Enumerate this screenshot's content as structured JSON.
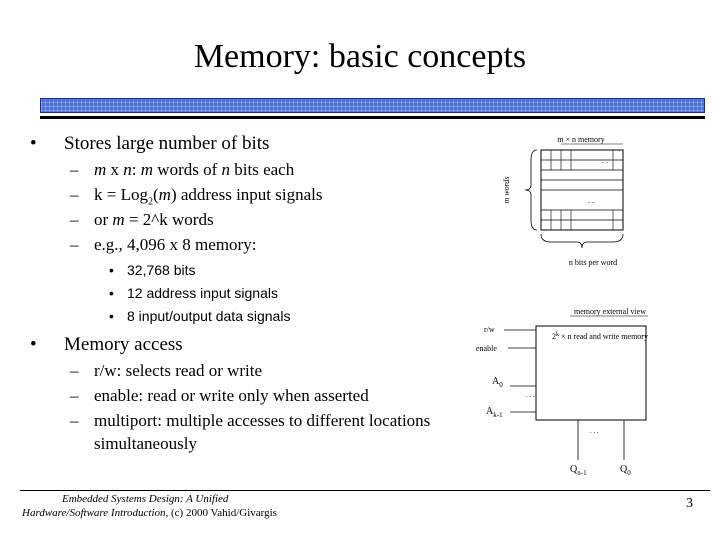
{
  "slide": {
    "title": "Memory: basic concepts",
    "page_number": "3"
  },
  "bullets": [
    {
      "text": "Stores large number of bits"
    },
    {
      "sub": [
        {
          "parts": [
            "m",
            " x ",
            "n",
            ": ",
            "m",
            " words of ",
            "n",
            " bits each"
          ]
        },
        {
          "parts": [
            "k = Log",
            "2",
            "(",
            "m",
            ") address input signals"
          ]
        },
        {
          "parts": [
            "or ",
            "m",
            " = 2^k words"
          ]
        },
        {
          "parts": [
            "e.g., 4,096 x 8 memory:"
          ]
        }
      ]
    },
    {
      "subsub": [
        "32,768 bits",
        "12 address input signals",
        "8 input/output data signals"
      ]
    },
    {
      "text": "Memory access"
    },
    {
      "sub2": [
        "r/w: selects read or write",
        "enable: read or write only when asserted",
        "multiport: multiple accesses to different locations",
        "simultaneously"
      ]
    }
  ],
  "diagram_top": {
    "title": "m × n memory",
    "side_label": "m words",
    "bottom_label": "n bits per word",
    "dots": ". ."
  },
  "diagram_bottom": {
    "title": "memory external view",
    "rw": "r/w",
    "enable": "enable",
    "a0": "A",
    "a0_sub": "0",
    "ak": "A",
    "ak_sub": "k-1",
    "box_label_pre": "2",
    "box_label_sup": "k",
    "box_label_post": " × n read and write memory",
    "qn": "Q",
    "qn_sub": "n-1",
    "q0": "Q",
    "q0_sub": "0",
    "dots": ". . ."
  },
  "footer": {
    "line1": "Embedded Systems Design: A Unified",
    "line2": "Hardware/Software Introduction,",
    "copyright": " (c) 2000 Vahid/Givargis"
  }
}
